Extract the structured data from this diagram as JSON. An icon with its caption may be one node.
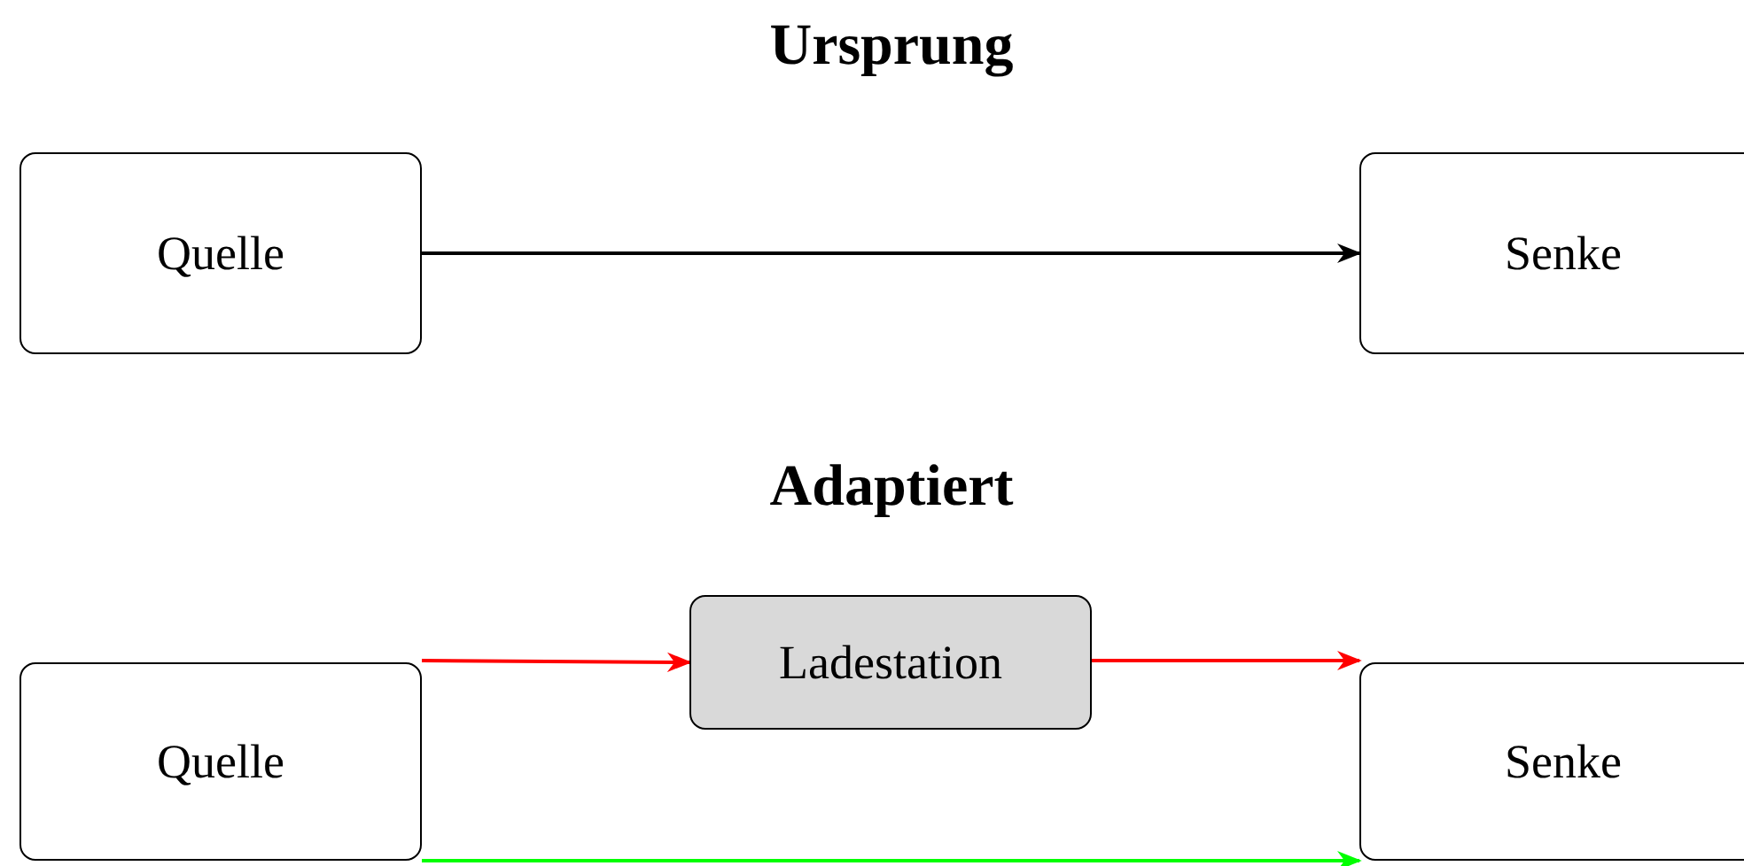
{
  "diagram": {
    "nodes": [
      {
        "text": [
          "Quelle"
        ]
      },
      {
        "text": [
          "Senke"
        ]
      },
      {
        "text": [
          "Quelle"
        ]
      },
      {
        "text": [
          "Ladestation"
        ]
      },
      {
        "text": [
          "Senke"
        ]
      }
    ],
    "edges": [
      {
        "from": 0,
        "to": 1,
        "arrow": "to",
        "color": "#000000"
      },
      {
        "from": 2,
        "to": 3,
        "arrow": "to",
        "color": "#ff0000"
      },
      {
        "from": 3,
        "to": 4,
        "arrow": "to",
        "color": "#ff0000"
      },
      {
        "from": 2,
        "to": 4,
        "arrow": "to",
        "color": "#00ff00"
      }
    ],
    "labels": [
      "Ursprung",
      "Adaptiert"
    ]
  }
}
